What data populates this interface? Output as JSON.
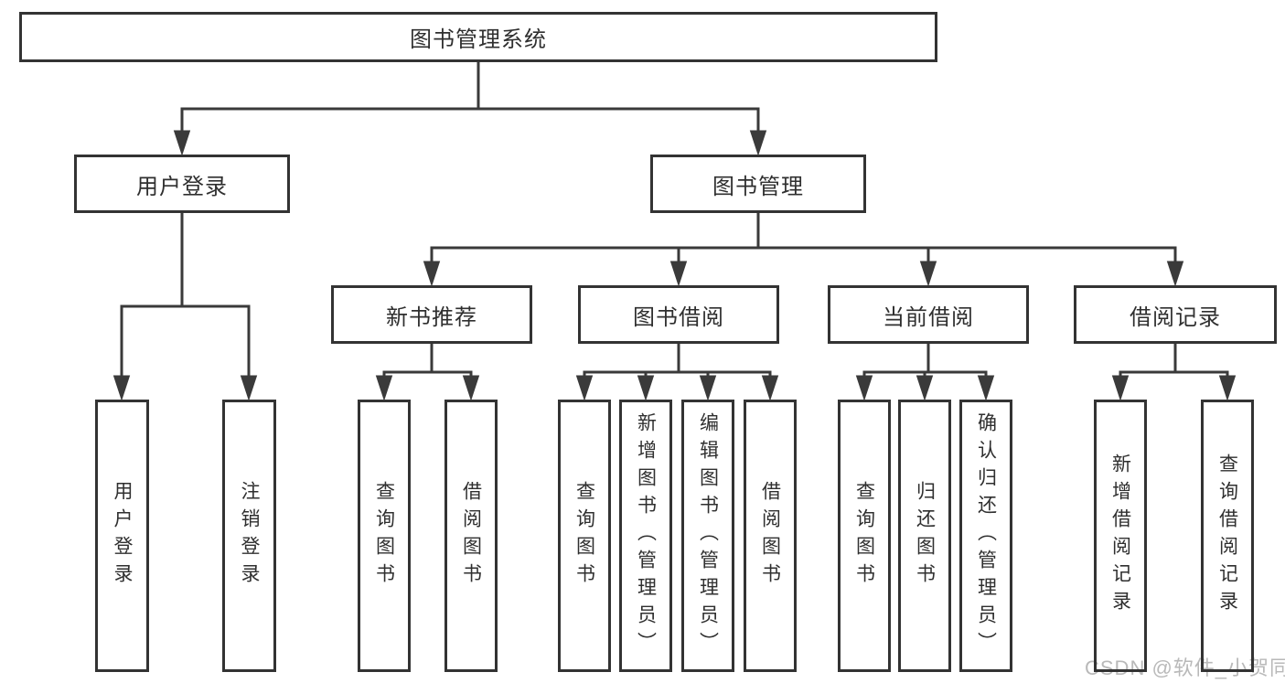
{
  "tree": {
    "root": "图书管理系统",
    "level2": [
      {
        "label": "用户登录",
        "leaves": [
          "用户登录",
          "注销登录"
        ]
      },
      {
        "label": "图书管理",
        "groups": [
          {
            "label": "新书推荐",
            "leaves": [
              "查询图书",
              "借阅图书"
            ]
          },
          {
            "label": "图书借阅",
            "leaves": [
              "查询图书",
              "新增图书（管理员）",
              "编辑图书（管理员）",
              "借阅图书"
            ]
          },
          {
            "label": "当前借阅",
            "leaves": [
              "查询图书",
              "归还图书",
              "确认归还（管理员）"
            ]
          },
          {
            "label": "借阅记录",
            "leaves": [
              "新增借阅记录",
              "查询借阅记录"
            ]
          }
        ]
      }
    ]
  },
  "watermark": "CSDN @软件_小贺同学",
  "colors": {
    "line": "#3a3a3a",
    "border": "#333333",
    "text": "#2f2f2f",
    "watermark": "#b9b9b9",
    "background": "#ffffff"
  }
}
